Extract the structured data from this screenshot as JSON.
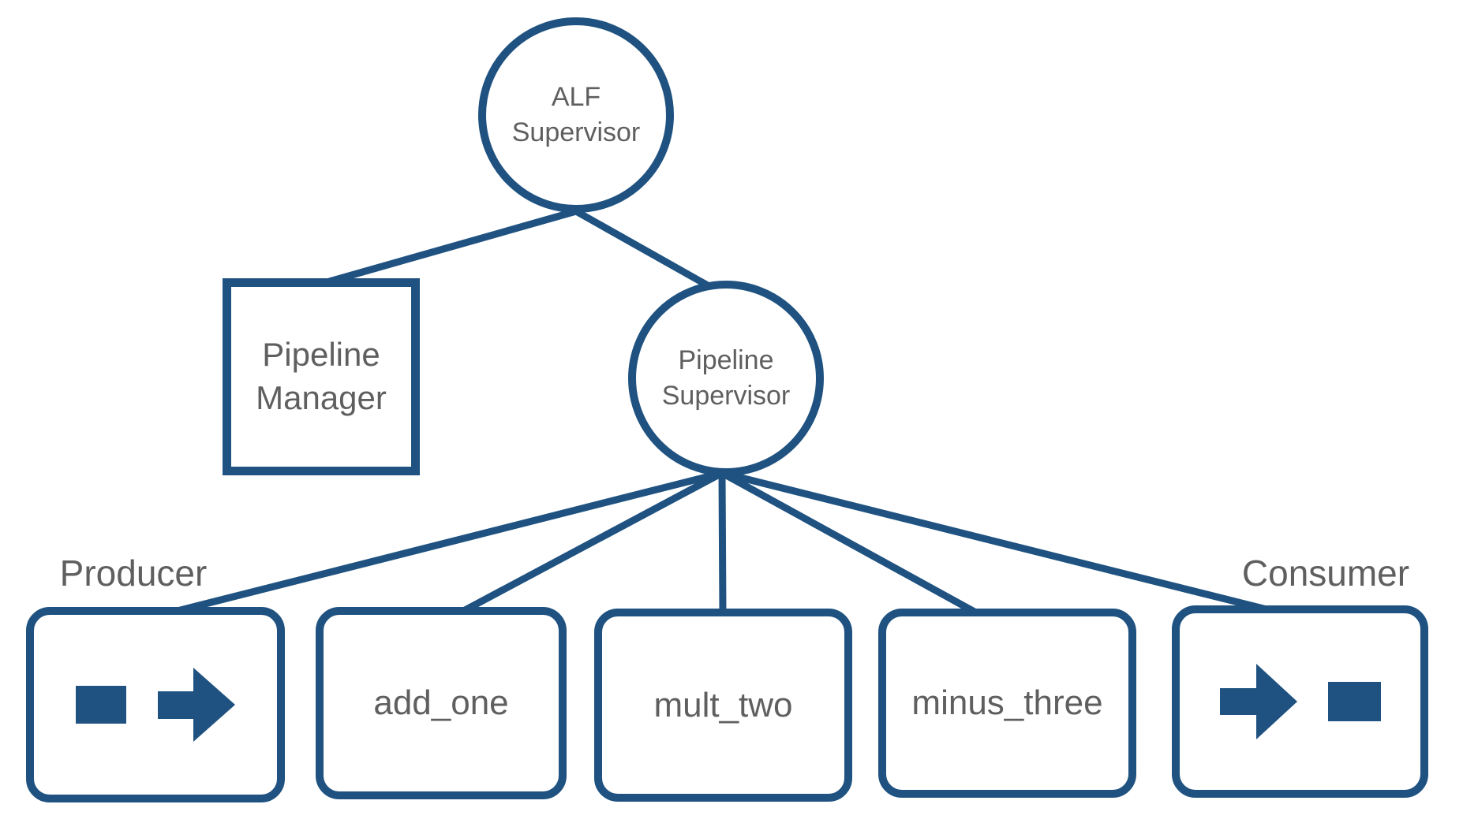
{
  "diagram": {
    "title_hidden": "",
    "colors": {
      "accent": "#1f5280",
      "text_gray": "#5f5f5f",
      "background": "#ffffff"
    },
    "nodes": {
      "alf_supervisor": {
        "shape": "circle",
        "line1": "ALF",
        "line2": "Supervisor"
      },
      "pipeline_manager": {
        "shape": "square",
        "line1": "Pipeline",
        "line2": "Manager"
      },
      "pipeline_supervisor": {
        "shape": "circle",
        "line1": "Pipeline",
        "line2": "Supervisor"
      },
      "producer": {
        "shape": "rounded-box",
        "caption": "Producer",
        "icon": "square-then-arrow-right-icon"
      },
      "add_one": {
        "shape": "rounded-box",
        "label": "add_one"
      },
      "mult_two": {
        "shape": "rounded-box",
        "label": "mult_two"
      },
      "minus_three": {
        "shape": "rounded-box",
        "label": "minus_three"
      },
      "consumer": {
        "shape": "rounded-box",
        "caption": "Consumer",
        "icon": "arrow-right-then-square-icon"
      }
    },
    "edges": [
      {
        "from": "alf_supervisor",
        "to": "pipeline_manager"
      },
      {
        "from": "alf_supervisor",
        "to": "pipeline_supervisor"
      },
      {
        "from": "pipeline_supervisor",
        "to": "producer"
      },
      {
        "from": "pipeline_supervisor",
        "to": "add_one"
      },
      {
        "from": "pipeline_supervisor",
        "to": "mult_two"
      },
      {
        "from": "pipeline_supervisor",
        "to": "minus_three"
      },
      {
        "from": "pipeline_supervisor",
        "to": "consumer"
      }
    ]
  }
}
